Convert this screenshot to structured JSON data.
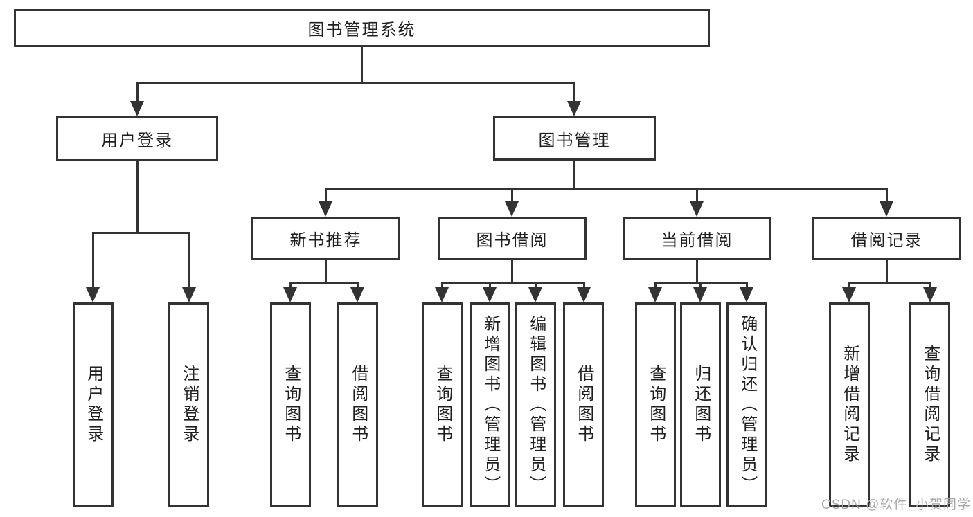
{
  "tree": {
    "root": {
      "label": "图书管理系统"
    },
    "level2": [
      {
        "label": "用户登录"
      },
      {
        "label": "图书管理"
      }
    ],
    "level3": [
      {
        "label": "新书推荐"
      },
      {
        "label": "图书借阅"
      },
      {
        "label": "当前借阅"
      },
      {
        "label": "借阅记录"
      }
    ],
    "leaves": [
      {
        "label": "用户登录"
      },
      {
        "label": "注销登录"
      },
      {
        "label": "查询图书"
      },
      {
        "label": "借阅图书"
      },
      {
        "label": "查询图书"
      },
      {
        "label": "新增图书（管理员）"
      },
      {
        "label": "编辑图书（管理员）"
      },
      {
        "label": "借阅图书"
      },
      {
        "label": "查询图书"
      },
      {
        "label": "归还图书"
      },
      {
        "label": "确认归还（管理员）"
      },
      {
        "label": "新增借阅记录"
      },
      {
        "label": "查询借阅记录"
      }
    ]
  },
  "watermark": "CSDN @软件_小贺同学",
  "colors": {
    "line": "#333333",
    "text": "#1f1f1f",
    "watermark": "#a8a8a8",
    "background": "#ffffff"
  }
}
